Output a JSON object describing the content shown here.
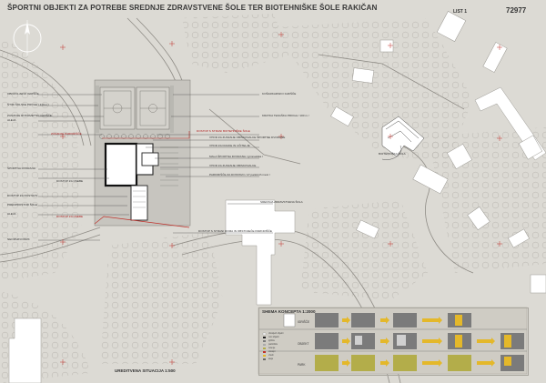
{
  "title": "ŠPORTNI OBJEKTI ZA POTREBE SREDNJE ZDRAVSTVENE ŠOLE TER BIOTEHNIŠKE ŠOLE RAKIČAN",
  "sheet": {
    "label": "LIST 1",
    "number": "72977"
  },
  "plan_caption": "UREDITVENA SITUACIJA 1:500",
  "labels": {
    "l1": "OBNOVLJENO IGRIŠČE",
    "l2": "ŠTIRI ŠOLSKE PROGE / 110 m /",
    "l3": "ZUNANJE ROKOMETNO IGRIŠČE",
    "l4": "ALEJA",
    "l5": "ZUNANJE PARKIRIŠČE",
    "l6": "ŠPORTNA DVORANA",
    "l7": "DOSTOP ZA OSEBE",
    "l8": "DOSTOP ZA DOSTAVO",
    "l9": "PREDPROSTOR ŠOLE",
    "l10": "ALEJA",
    "l11": "DOSTOP ZA OSEBE",
    "l12": "NEOPAZNI PARK",
    "r1": "KOŠARKARSKO IGRIŠČE",
    "r2": "KRATKA TEKAŠKA PROGA / 100 m /",
    "r3": "DOSTOP S STRANI BIOTEHNIŠKE ŠOLE",
    "r4": "VHOD ZA ZUNANJE OBISKOVALCE ŠPORTNE DVORANE",
    "r5": "VHOD ZA DIJAKE IN UČITELJE",
    "r6": "MALA ŠPORTNA DVORANA / gimnastika /",
    "r7": "VHOD ZA ZUNANJE OBISKOVALCE",
    "r8": "PARKIRIŠČE ZA DOSTAVO / 27 parkirnih mest /",
    "r9": "SREDNJA ZDRAVSTVENA ŠOLA",
    "r10": "DOSTOP S STRANI DOMA IN OBSTOJEČE PARKIRIŠČE",
    "r11": "BIOTEHNIŠKA ŠOLA"
  },
  "concept": {
    "title": "SHEMA KONCEPTA 1:2000",
    "rows": [
      "IGRIŠČE",
      "OBJEKT",
      "PARK"
    ],
    "legend": [
      "obstoječi objekti",
      "novi objekti",
      "igrišča",
      "parkirišča",
      "zelenje",
      "dostopi",
      "vhodi",
      "aleja"
    ]
  },
  "colors": {
    "background": "#dcdad4",
    "building": "#ffffff",
    "accent_red": "#c0302a",
    "yellow": "#e4b82a",
    "olive": "#b3ad4a"
  }
}
